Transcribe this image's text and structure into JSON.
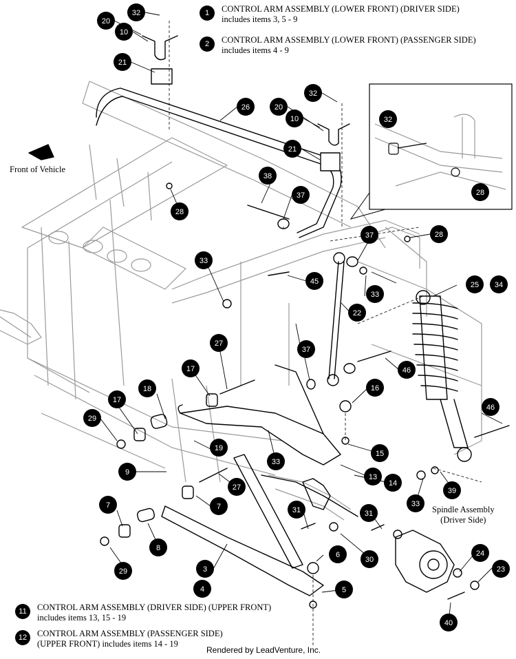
{
  "callouts": [
    {
      "num": "1",
      "line1": "CONTROL ARM ASSEMBLY (LOWER FRONT) (DRIVER SIDE)",
      "line2": "includes items 3, 5 - 9"
    },
    {
      "num": "2",
      "line1": "CONTROL ARM ASSEMBLY (LOWER FRONT) (PASSENGER SIDE)",
      "line2": "includes items 4 - 9"
    },
    {
      "num": "11",
      "line1": "CONTROL ARM ASSEMBLY (DRIVER SIDE) (UPPER FRONT)",
      "line2": "includes items 13, 15 - 19"
    },
    {
      "num": "12",
      "line1": "CONTROL ARM ASSEMBLY (PASSENGER SIDE)",
      "line2": "(UPPER FRONT) includes items 14 - 19"
    }
  ],
  "labels": {
    "front_of_vehicle": "Front of Vehicle",
    "spindle_line1": "Spindle Assembly",
    "spindle_line2": "(Driver Side)",
    "credit": "Rendered by LeadVenture, Inc."
  },
  "part_numbers": [
    "32",
    "20",
    "10",
    "21",
    "26",
    "32",
    "20",
    "10",
    "21",
    "38",
    "37",
    "28",
    "28",
    "32",
    "37",
    "28",
    "33",
    "45",
    "33",
    "22",
    "25",
    "34",
    "27",
    "37",
    "17",
    "18",
    "16",
    "46",
    "17",
    "29",
    "19",
    "15",
    "46",
    "9",
    "33",
    "13",
    "14",
    "27",
    "7",
    "7",
    "31",
    "31",
    "33",
    "39",
    "8",
    "30",
    "6",
    "24",
    "23",
    "3",
    "4",
    "5",
    "29",
    "40"
  ]
}
